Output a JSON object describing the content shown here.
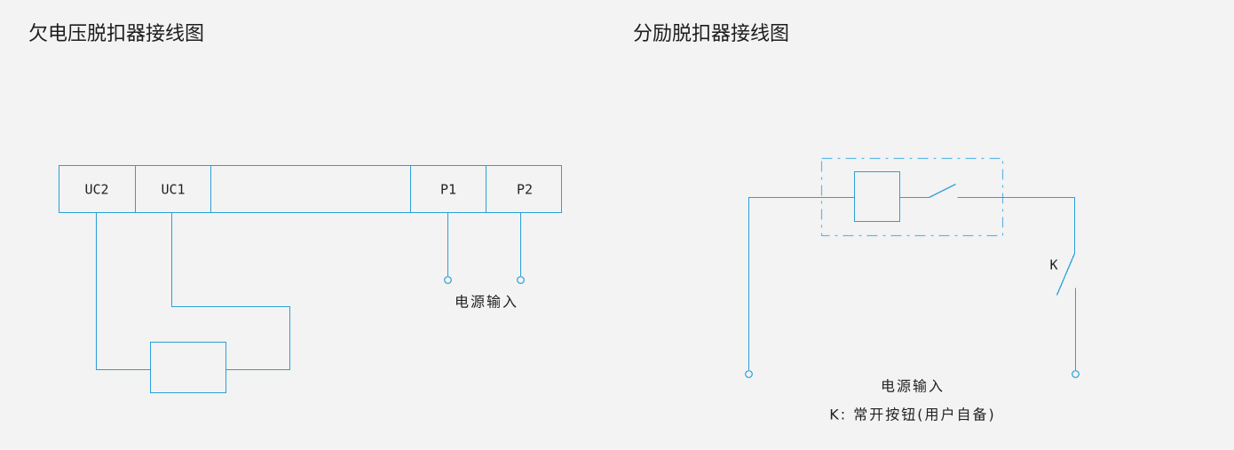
{
  "left_panel": {
    "title": "欠电压脱扣器接线图",
    "terminals": [
      "UC2",
      "UC1",
      "P1",
      "P2"
    ],
    "power_input_label": "电源输入"
  },
  "right_panel": {
    "title": "分励脱扣器接线图",
    "switch_label": "K",
    "power_input_label": "电源输入",
    "note": "K: 常开按钮(用户自备)"
  },
  "colors": {
    "background": "#f3f3f3",
    "wire": "#2a9fd8",
    "dashed_outline": "#62b8e4",
    "text": "#222222"
  }
}
